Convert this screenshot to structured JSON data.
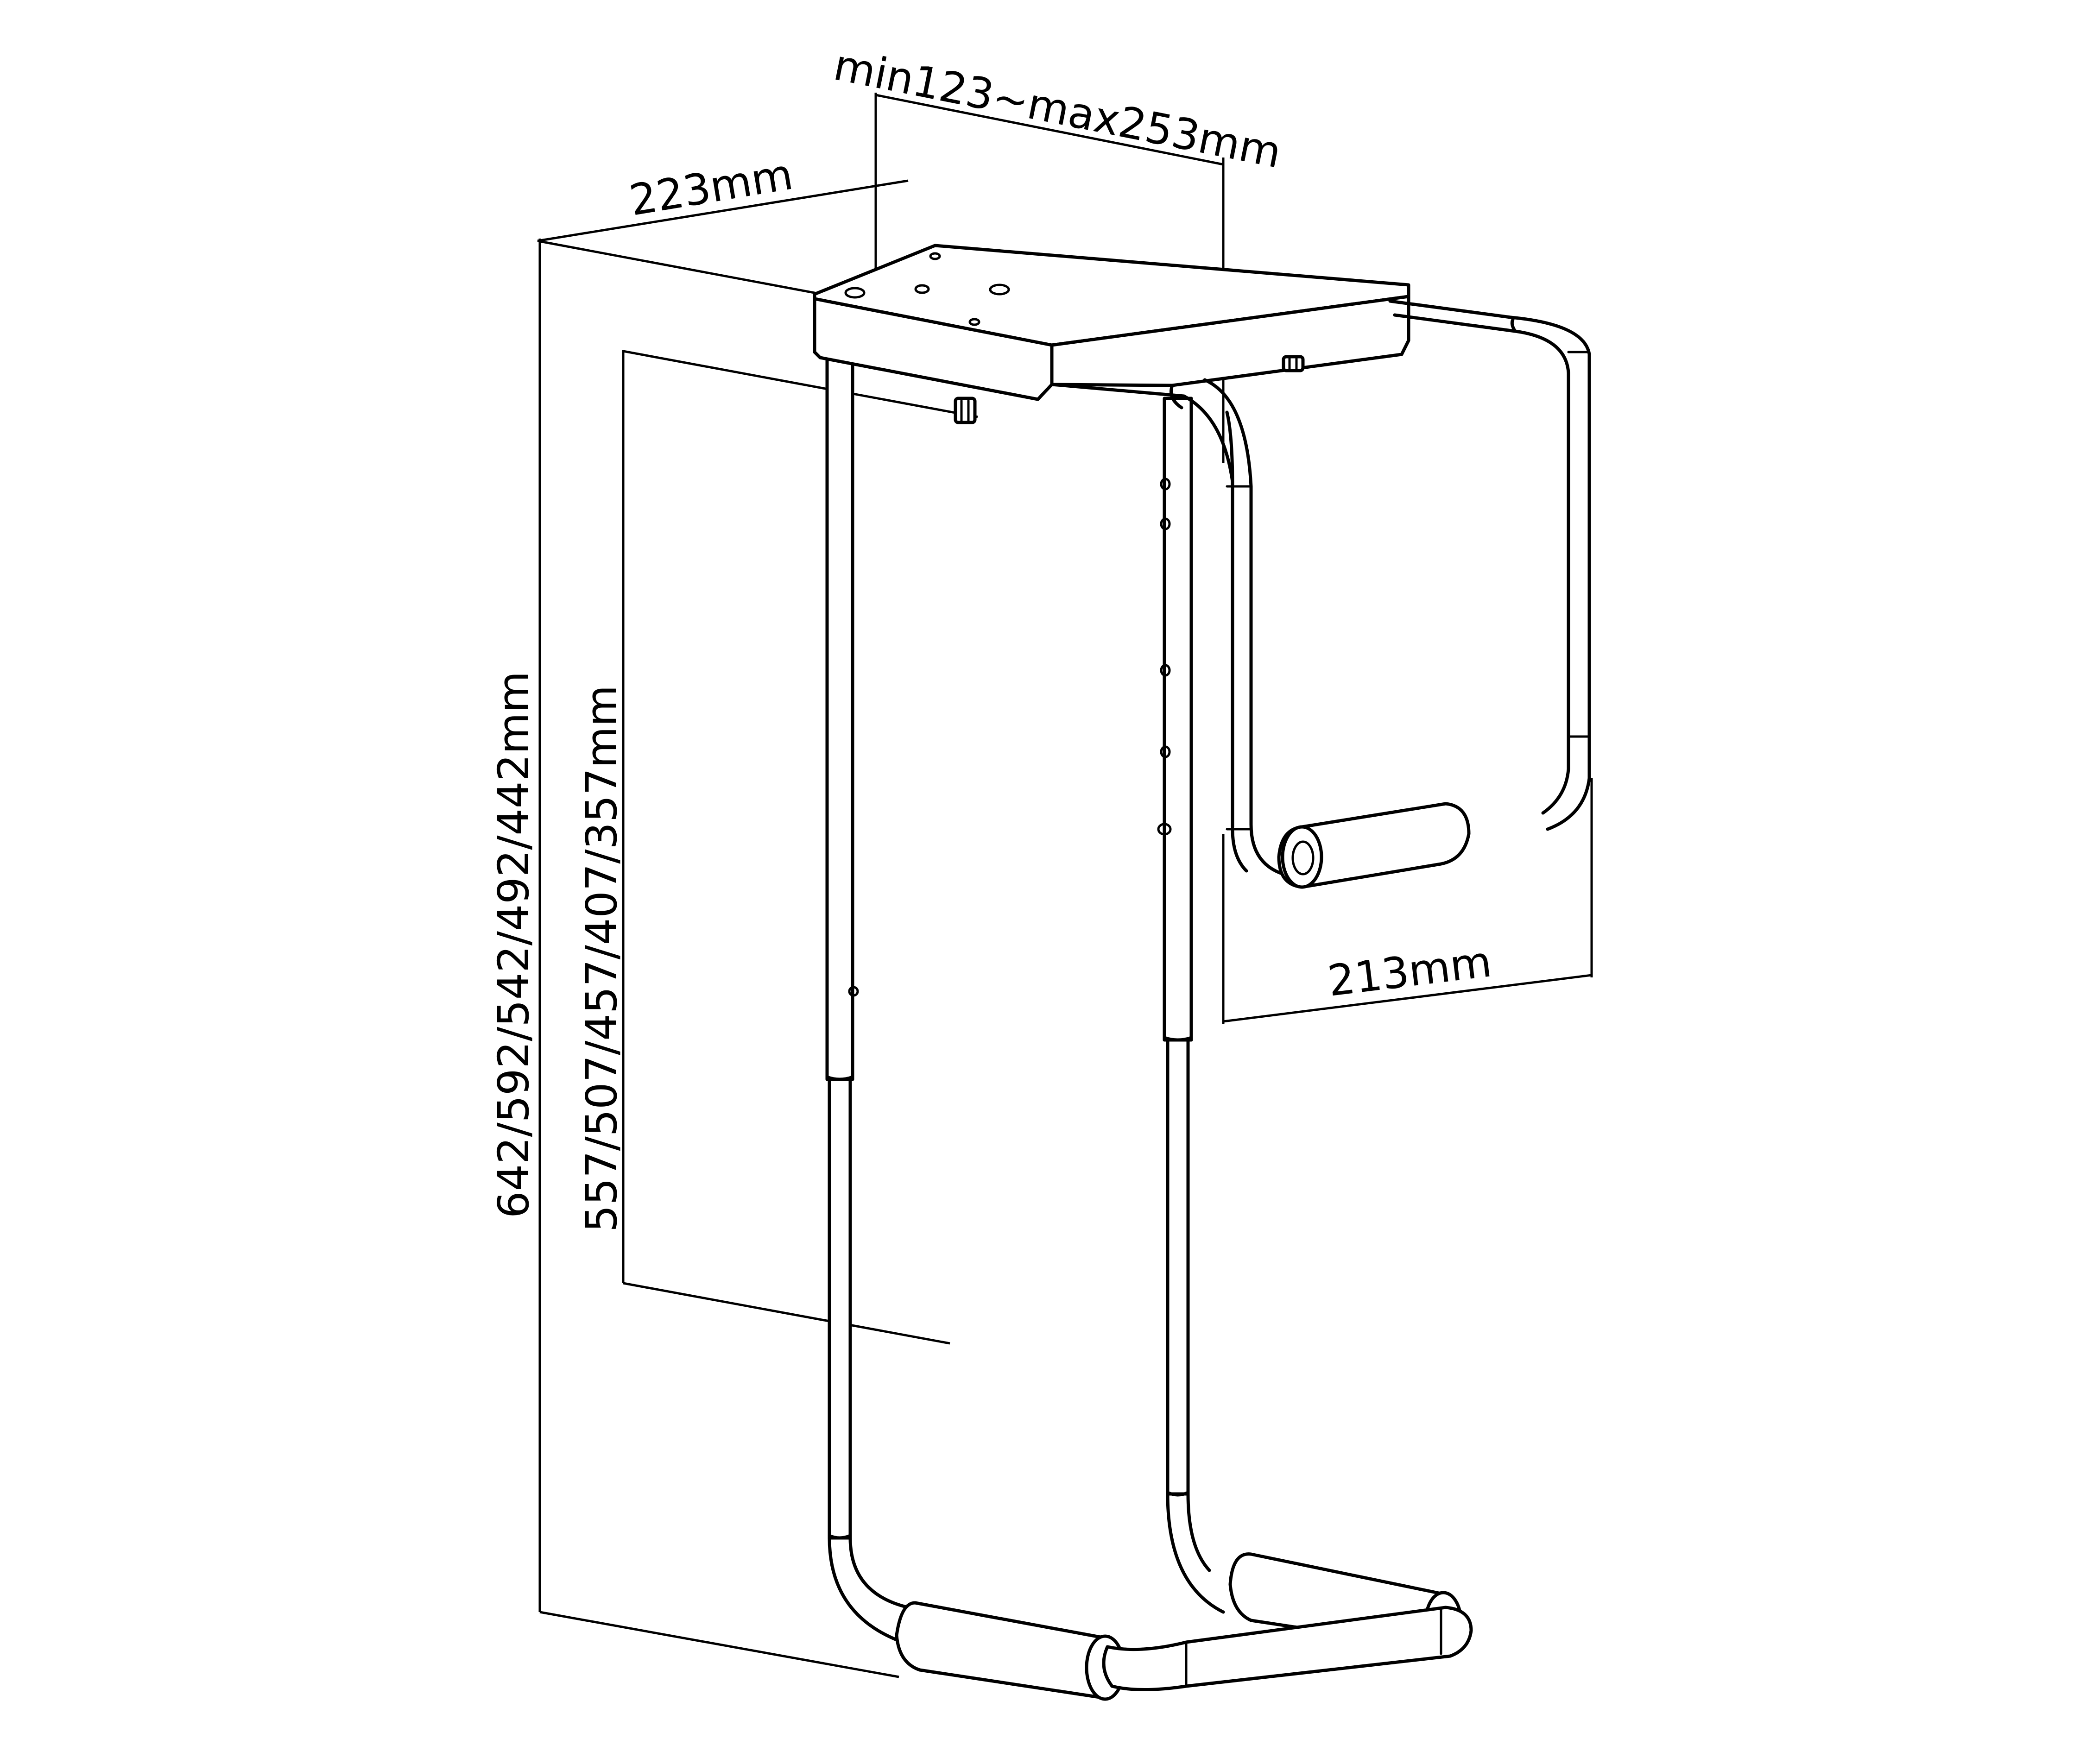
{
  "diagram": {
    "subject": "Adjustable under-desk PC/CPU holder (technical dimension drawing)",
    "colors": {
      "line": "#000000",
      "background": "#ffffff"
    },
    "dimensions": {
      "adjustable_width": "min123~max253mm",
      "top_plate_depth": "223mm",
      "total_height": "642/592/542/492/442mm",
      "inner_height": "557/507/457/407/357mm",
      "side_bracket_depth": "213mm"
    },
    "parts": {
      "top_plate": "Mounting plate with keyhole screw slots",
      "adjustment_knobs": "Knurled locking knobs under plate",
      "telescopic_poles": "Two height-adjustable poles with 5 adjustment holes",
      "side_bracket": "Adjustable side clamp arm with padded roller",
      "base": "U-shaped base tube with two padded foot rollers"
    }
  }
}
